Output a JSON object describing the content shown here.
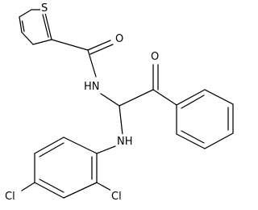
{
  "molecule": {
    "atoms": {
      "sulfur": "S",
      "carbonyl_oxygen_amide": "O",
      "amide_nitrogen": "HN",
      "ketone_oxygen": "O",
      "amine_nitrogen": "NH",
      "chlorine_para": "Cl",
      "chlorine_ortho": "Cl"
    }
  }
}
